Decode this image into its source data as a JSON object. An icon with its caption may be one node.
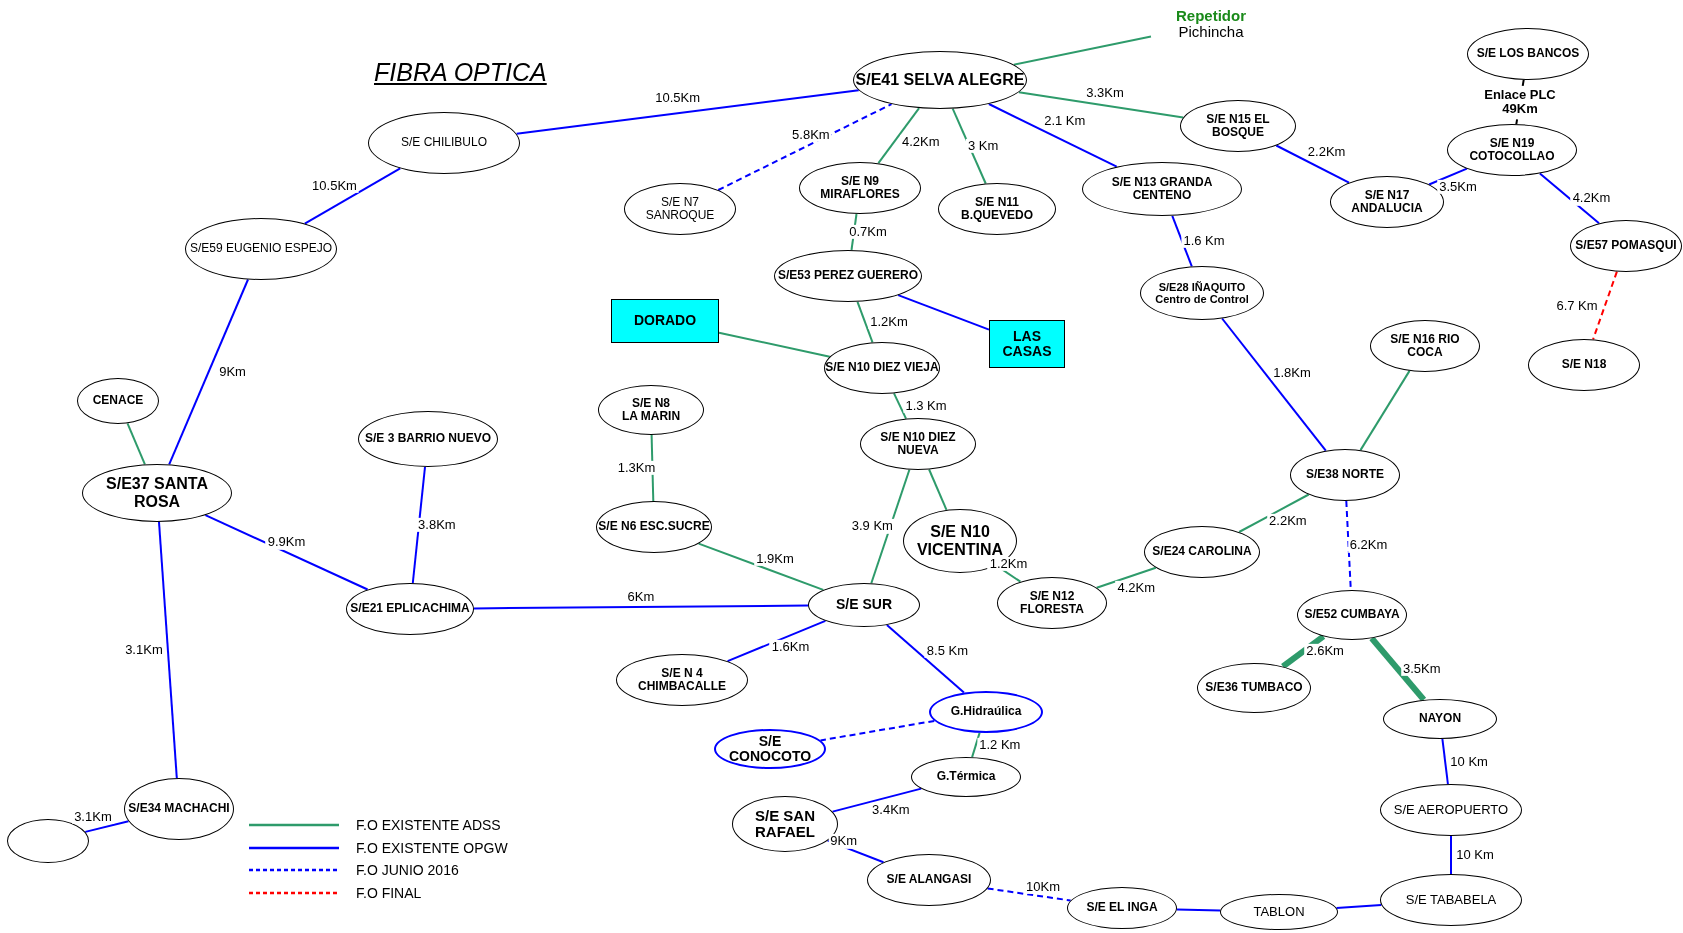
{
  "diagram": {
    "title": "FIBRA OPTICA",
    "nodes": [
      {
        "text": [
          "Repetidor",
          "Pichincha"
        ]
      },
      {
        "text": [
          "S/E41 SELVA ALEGRE"
        ]
      },
      {
        "text": [
          "S/E LOS BANCOS"
        ]
      },
      {
        "text": [
          "S/E CHILIBULO"
        ]
      },
      {
        "text": [
          "S/E N15 EL BOSQUE"
        ]
      },
      {
        "text": [
          "S/E N19 COTOCOLLAO"
        ]
      },
      {
        "text": [
          "S/E N7 SANROQUE"
        ]
      },
      {
        "text": [
          "S/E N9 MIRAFLORES"
        ]
      },
      {
        "text": [
          "S/E N11 B.QUEVEDO"
        ]
      },
      {
        "text": [
          "S/E N13 GRANDA CENTENO"
        ]
      },
      {
        "text": [
          "S/E N17 ANDALUCIA"
        ]
      },
      {
        "text": [
          "S/E59 EUGENIO ESPEJO"
        ]
      },
      {
        "text": [
          "S/E57 POMASQUI"
        ]
      },
      {
        "text": [
          "S/E53 PEREZ GUERERO"
        ]
      },
      {
        "text": [
          "S/E28 IÑAQUITO Centro de Control"
        ]
      },
      {
        "text": [
          "DORADO"
        ]
      },
      {
        "text": [
          "LAS CASAS"
        ]
      },
      {
        "text": [
          "S/E N16 RIO COCA"
        ]
      },
      {
        "text": [
          "S/E N18"
        ]
      },
      {
        "text": [
          "S/E N10 DIEZ VIEJA"
        ]
      },
      {
        "text": [
          "CENACE"
        ]
      },
      {
        "text": [
          "S/E N8",
          "LA MARIN"
        ]
      },
      {
        "text": [
          "S/E 3 BARRIO NUEVO"
        ]
      },
      {
        "text": [
          "S/E N10 DIEZ NUEVA"
        ]
      },
      {
        "text": [
          "S/E38 NORTE"
        ]
      },
      {
        "text": [
          "S/E37 SANTA ROSA"
        ]
      },
      {
        "text": [
          "S/E N6 ESC.SUCRE"
        ]
      },
      {
        "text": [
          "S/E N10 VICENTINA"
        ]
      },
      {
        "text": [
          "S/E24 CAROLINA"
        ]
      },
      {
        "text": [
          "S/E21 EPLICACHIMA"
        ]
      },
      {
        "text": [
          "S/E SUR"
        ]
      },
      {
        "text": [
          "S/E N12 FLORESTA"
        ]
      },
      {
        "text": [
          "S/E52 CUMBAYA"
        ]
      },
      {
        "text": [
          "S/E N 4 CHIMBACALLE"
        ]
      },
      {
        "text": [
          "S/E36 TUMBACO"
        ]
      },
      {
        "text": [
          "G.Hidraúlica"
        ]
      },
      {
        "text": [
          "NAYON"
        ]
      },
      {
        "text": [
          "S/E CONOCOTO"
        ]
      },
      {
        "text": [
          "G.Térmica"
        ]
      },
      {
        "text": [
          "S/E34 MACHACHI"
        ]
      },
      {
        "text": [
          "S/E SAN RAFAEL"
        ]
      },
      {
        "text": [
          "S/E AEROPUERTO"
        ]
      },
      {
        "text": [],
        "shape": "ellipse"
      },
      {
        "text": [
          "S/E ALANGASI"
        ]
      },
      {
        "text": [
          "S/E TABABELA"
        ]
      },
      {
        "text": [
          "S/E EL INGA"
        ]
      },
      {
        "text": [
          "TABLON"
        ]
      }
    ],
    "edges": [
      {
        "from": 1,
        "to": 0,
        "arrow": "none",
        "color": "#2e9b6b"
      },
      {
        "from": 3,
        "to": 1,
        "arrow": "none",
        "label": "10.5Km"
      },
      {
        "from": 6,
        "to": 1,
        "arrow": "none",
        "label": "5.8Km",
        "style": "dashed"
      },
      {
        "from": 1,
        "to": 7,
        "arrow": "none",
        "label": "4.2Km",
        "color": "#2e9b6b"
      },
      {
        "from": 1,
        "to": 8,
        "arrow": "none",
        "label": "3 Km",
        "color": "#2e9b6b"
      },
      {
        "from": 1,
        "to": 9,
        "arrow": "none",
        "label": "2.1 Km"
      },
      {
        "from": 1,
        "to": 4,
        "arrow": "none",
        "label": "3.3Km",
        "color": "#2e9b6b"
      },
      {
        "from": 4,
        "to": 10,
        "arrow": "none",
        "label": "2.2Km"
      },
      {
        "from": 10,
        "to": 5,
        "arrow": "none",
        "label": "3.5Km"
      },
      {
        "from": 2,
        "to": 5,
        "arrow": "none",
        "label": "Enlace PLC 49Km",
        "style": "dashed",
        "color": "#000000"
      },
      {
        "from": 5,
        "to": 12,
        "arrow": "none",
        "label": "4.2Km"
      },
      {
        "from": 12,
        "to": 18,
        "arrow": "none",
        "label": "6.7 Km",
        "style": "dashed",
        "color": "#ff0000"
      },
      {
        "from": 11,
        "to": 3,
        "arrow": "none",
        "label": "10.5Km"
      },
      {
        "from": 11,
        "to": 25,
        "arrow": "none",
        "label": "9Km"
      },
      {
        "from": 20,
        "to": 25,
        "arrow": "none",
        "color": "#2e9b6b"
      },
      {
        "from": 7,
        "to": 13,
        "arrow": "none",
        "label": "0.7Km",
        "color": "#2e9b6b"
      },
      {
        "from": 13,
        "to": 19,
        "arrow": "none",
        "label": "1.2Km",
        "color": "#2e9b6b"
      },
      {
        "from": 13,
        "to": 16,
        "arrow": "none"
      },
      {
        "from": 15,
        "to": 19,
        "arrow": "none",
        "color": "#2e9b6b"
      },
      {
        "from": 19,
        "to": 23,
        "arrow": "none",
        "label": "1.3 Km",
        "color": "#2e9b6b"
      },
      {
        "from": 9,
        "to": 14,
        "arrow": "none",
        "label": "1.6 Km"
      },
      {
        "from": 14,
        "to": 24,
        "arrow": "none",
        "label": "1.8Km"
      },
      {
        "from": 17,
        "to": 24,
        "arrow": "none",
        "color": "#2e9b6b"
      },
      {
        "from": 24,
        "to": 28,
        "arrow": "none",
        "label": "2.2Km",
        "color": "#2e9b6b"
      },
      {
        "from": 28,
        "to": 31,
        "arrow": "none",
        "label": "4.2Km",
        "color": "#2e9b6b"
      },
      {
        "from": 27,
        "to": 31,
        "arrow": "none",
        "label": "1.2Km",
        "color": "#2e9b6b"
      },
      {
        "from": 23,
        "to": 27,
        "arrow": "none",
        "color": "#2e9b6b"
      },
      {
        "from": 23,
        "to": 30,
        "arrow": "none",
        "label": "3.9 Km",
        "color": "#2e9b6b"
      },
      {
        "from": 21,
        "to": 26,
        "arrow": "none",
        "label": "1.3Km",
        "color": "#2e9b6b"
      },
      {
        "from": 26,
        "to": 30,
        "arrow": "none",
        "label": "1.9Km",
        "color": "#2e9b6b"
      },
      {
        "from": 25,
        "to": 29,
        "arrow": "none",
        "label": "9.9Km"
      },
      {
        "from": 22,
        "to": 29,
        "arrow": "none",
        "label": "3.8Km"
      },
      {
        "from": 29,
        "to": 30,
        "arrow": "none",
        "label": "6Km"
      },
      {
        "from": 30,
        "to": 33,
        "arrow": "none",
        "label": "1.6Km"
      },
      {
        "from": 30,
        "to": 35,
        "arrow": "none",
        "label": "8.5 Km"
      },
      {
        "from": 35,
        "to": 37,
        "arrow": "none",
        "style": "dashed"
      },
      {
        "from": 35,
        "to": 38,
        "arrow": "none",
        "label": "1.2 Km",
        "color": "#2e9b6b"
      },
      {
        "from": 38,
        "to": 40,
        "arrow": "none",
        "label": "3.4Km"
      },
      {
        "from": 40,
        "to": 43,
        "arrow": "none",
        "label": "9Km"
      },
      {
        "from": 43,
        "to": 45,
        "arrow": "none",
        "label": "10Km",
        "style": "dashed"
      },
      {
        "from": 45,
        "to": 46,
        "arrow": "none"
      },
      {
        "from": 46,
        "to": 44,
        "arrow": "none"
      },
      {
        "from": 44,
        "to": 41,
        "arrow": "none",
        "label": "10 Km"
      },
      {
        "from": 41,
        "to": 36,
        "arrow": "none",
        "label": "10 Km"
      },
      {
        "from": 36,
        "to": 32,
        "arrow": "none",
        "label": "3.5Km",
        "style": "thick",
        "color": "#2e9b6b"
      },
      {
        "from": 32,
        "to": 34,
        "arrow": "none",
        "label": "2.6Km",
        "style": "thick",
        "color": "#2e9b6b"
      },
      {
        "from": 24,
        "to": 32,
        "arrow": "none",
        "label": "6.2Km",
        "style": "dashed"
      },
      {
        "from": 25,
        "to": 39,
        "arrow": "none",
        "label": "3.1Km"
      },
      {
        "from": 39,
        "to": 42,
        "arrow": "none",
        "label": "3.1Km"
      }
    ],
    "legend": [
      {
        "text": "F.O EXISTENTE ADSS"
      },
      {
        "text": "F.O EXISTENTE OPGW"
      },
      {
        "text": "F.O JUNIO 2016"
      },
      {
        "text": "F.O FINAL"
      }
    ]
  }
}
